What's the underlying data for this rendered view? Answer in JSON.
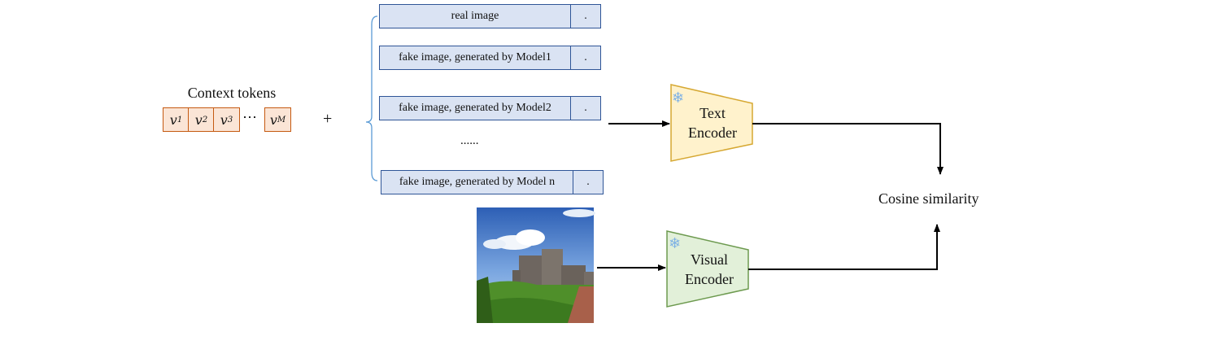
{
  "context": {
    "title": "Context tokens",
    "tokens": [
      {
        "base": "v",
        "sub": "1"
      },
      {
        "base": "v",
        "sub": "2"
      },
      {
        "base": "v",
        "sub": "3"
      },
      {
        "base": "v",
        "sub": "M"
      }
    ],
    "ellipsis": "⋯"
  },
  "plus": "+",
  "prompts": [
    {
      "text": "real image",
      "suffix": "."
    },
    {
      "text": "fake image, generated by Model1",
      "suffix": "."
    },
    {
      "text": "fake image, generated by Model2",
      "suffix": "."
    },
    {
      "text": "fake image, generated by Model n",
      "suffix": "."
    }
  ],
  "prompt_ellipsis": "......",
  "text_encoder": {
    "line1": "Text",
    "line2": "Encoder",
    "frozen_icon": "snowflake-icon"
  },
  "visual_encoder": {
    "line1": "Visual",
    "line2": "Encoder",
    "frozen_icon": "snowflake-icon"
  },
  "similarity": "Cosine similarity",
  "colors": {
    "token_fill": "#fbe5d6",
    "token_border": "#c55a11",
    "prompt_fill": "#dae3f3",
    "prompt_border": "#2f5597",
    "text_encoder_fill": "#fff2cc",
    "text_encoder_border": "#d6a832",
    "visual_encoder_fill": "#e2f0d9",
    "visual_encoder_border": "#6d9a4f",
    "bracket": "#5b9bd5"
  }
}
